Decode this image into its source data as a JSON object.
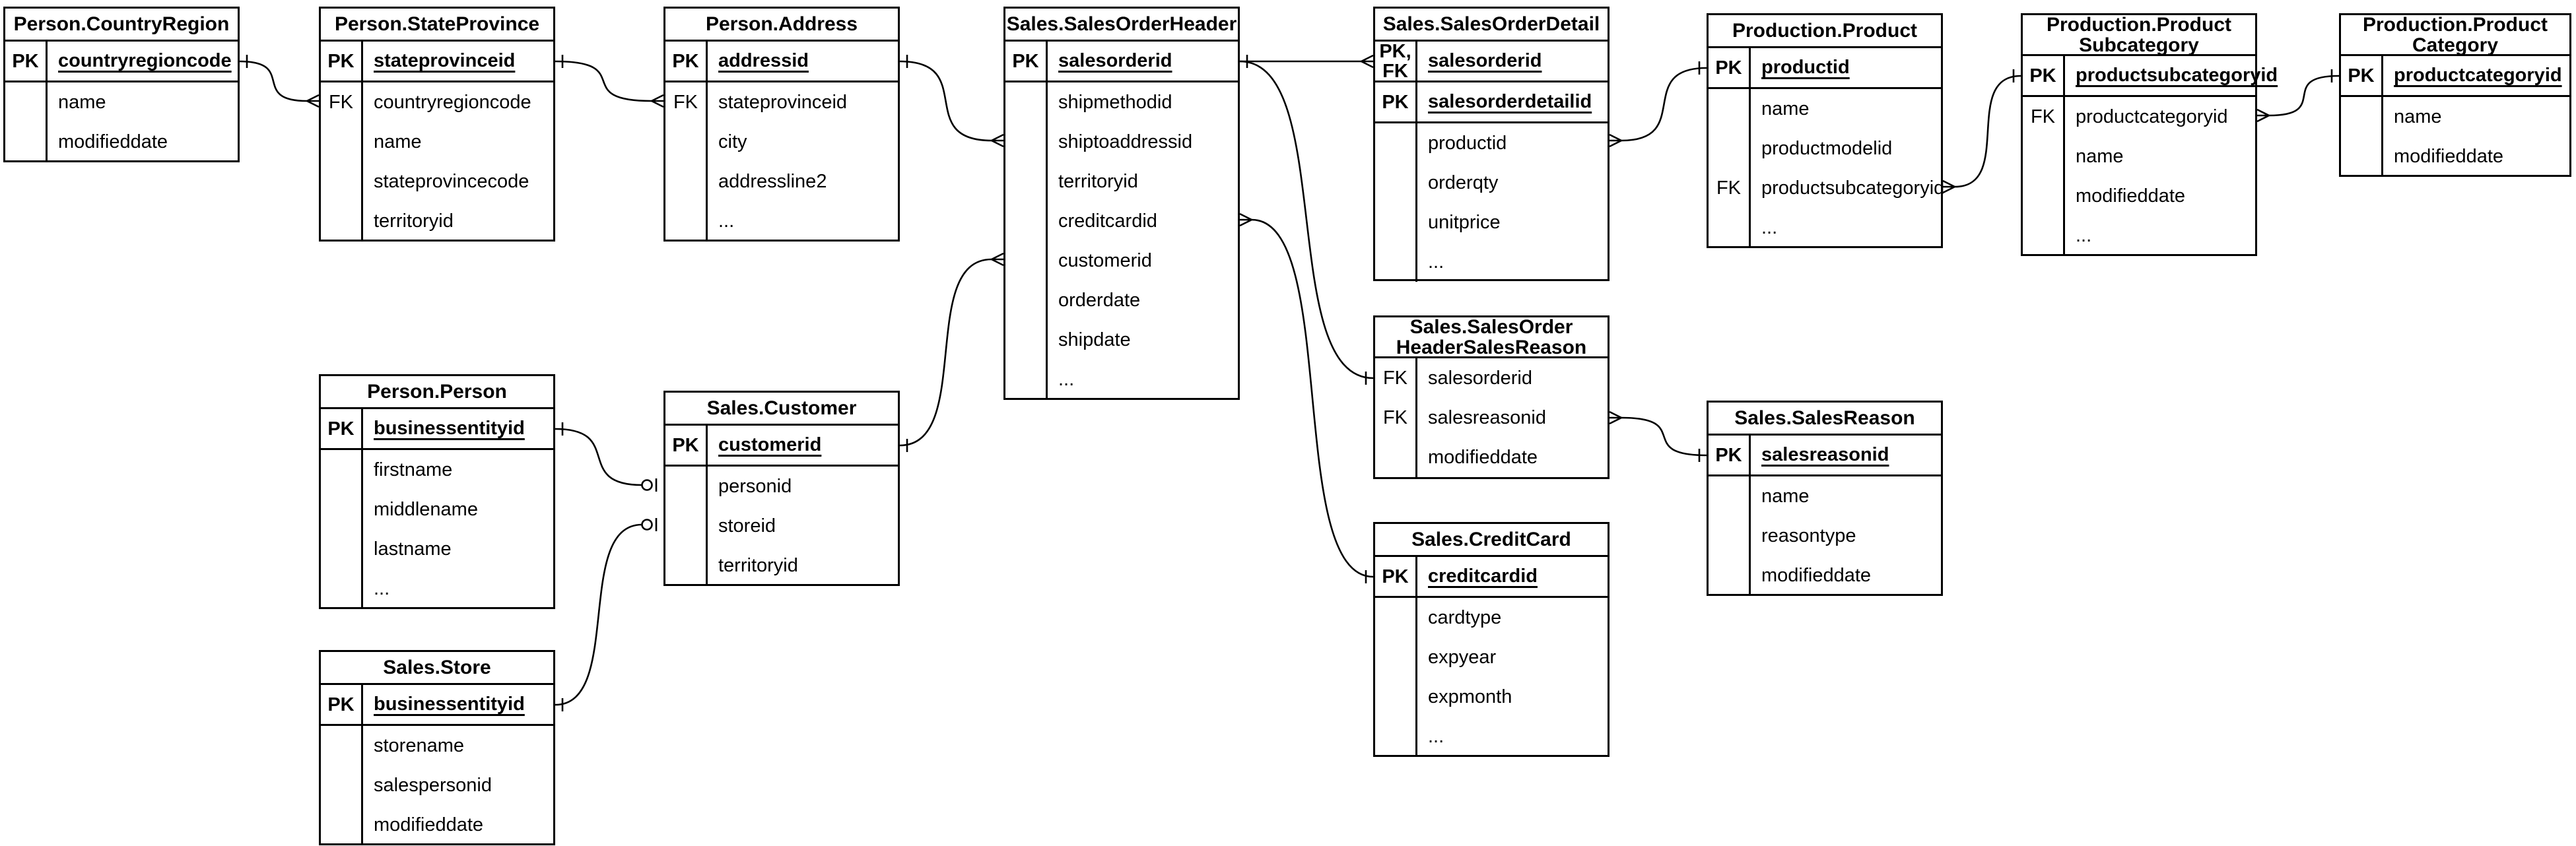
{
  "diagram": {
    "background_color": "#ffffff",
    "line_color": "#000000",
    "tables": [
      {
        "id": "person_countryregion",
        "title_lines": [
          "Person.CountryRegion"
        ],
        "key_rows": [
          {
            "key_lines": [
              "PK"
            ],
            "field": "countryregioncode"
          }
        ],
        "fields": [
          {
            "key": "",
            "name": "name"
          },
          {
            "key": "",
            "name": "modifieddate"
          }
        ]
      },
      {
        "id": "person_stateprovince",
        "title_lines": [
          "Person.StateProvince"
        ],
        "key_rows": [
          {
            "key_lines": [
              "PK"
            ],
            "field": "stateprovinceid"
          }
        ],
        "fields": [
          {
            "key": "FK",
            "name": "countryregioncode"
          },
          {
            "key": "",
            "name": "name"
          },
          {
            "key": "",
            "name": "stateprovincecode"
          },
          {
            "key": "",
            "name": "territoryid"
          }
        ]
      },
      {
        "id": "person_address",
        "title_lines": [
          "Person.Address"
        ],
        "key_rows": [
          {
            "key_lines": [
              "PK"
            ],
            "field": "addressid"
          }
        ],
        "fields": [
          {
            "key": "FK",
            "name": "stateprovinceid"
          },
          {
            "key": "",
            "name": "city"
          },
          {
            "key": "",
            "name": "addressline2"
          },
          {
            "key": "",
            "name": "..."
          }
        ]
      },
      {
        "id": "sales_salesorderheader",
        "title_lines": [
          "Sales.SalesOrderHeader"
        ],
        "key_rows": [
          {
            "key_lines": [
              "PK"
            ],
            "field": "salesorderid"
          }
        ],
        "fields": [
          {
            "key": "",
            "name": "shipmethodid"
          },
          {
            "key": "",
            "name": "shiptoaddressid"
          },
          {
            "key": "",
            "name": "territoryid"
          },
          {
            "key": "",
            "name": "creditcardid"
          },
          {
            "key": "",
            "name": "customerid"
          },
          {
            "key": "",
            "name": "orderdate"
          },
          {
            "key": "",
            "name": "shipdate"
          },
          {
            "key": "",
            "name": "..."
          }
        ]
      },
      {
        "id": "sales_salesorderdetail",
        "title_lines": [
          "Sales.SalesOrderDetail"
        ],
        "key_rows": [
          {
            "key_lines": [
              "PK,",
              "FK"
            ],
            "field": "salesorderid"
          },
          {
            "key_lines": [
              "PK"
            ],
            "field": "salesorderdetailid"
          }
        ],
        "fields": [
          {
            "key": "",
            "name": "productid"
          },
          {
            "key": "",
            "name": "orderqty"
          },
          {
            "key": "",
            "name": "unitprice"
          },
          {
            "key": "",
            "name": "..."
          }
        ]
      },
      {
        "id": "production_product",
        "title_lines": [
          "Production.Product"
        ],
        "key_rows": [
          {
            "key_lines": [
              "PK"
            ],
            "field": "productid"
          }
        ],
        "fields": [
          {
            "key": "",
            "name": "name"
          },
          {
            "key": "",
            "name": "productmodelid"
          },
          {
            "key": "FK",
            "name": "productsubcategoryid"
          },
          {
            "key": "",
            "name": "..."
          }
        ]
      },
      {
        "id": "production_productsubcategory",
        "title_lines": [
          "Production.Product",
          "Subcategory"
        ],
        "key_rows": [
          {
            "key_lines": [
              "PK"
            ],
            "field": "productsubcategoryid"
          }
        ],
        "fields": [
          {
            "key": "FK",
            "name": "productcategoryid"
          },
          {
            "key": "",
            "name": "name"
          },
          {
            "key": "",
            "name": "modifieddate"
          },
          {
            "key": "",
            "name": "..."
          }
        ]
      },
      {
        "id": "production_productcategory",
        "title_lines": [
          "Production.Product",
          "Category"
        ],
        "key_rows": [
          {
            "key_lines": [
              "PK"
            ],
            "field": "productcategoryid"
          }
        ],
        "fields": [
          {
            "key": "",
            "name": "name"
          },
          {
            "key": "",
            "name": "modifieddate"
          }
        ]
      },
      {
        "id": "person_person",
        "title_lines": [
          "Person.Person"
        ],
        "key_rows": [
          {
            "key_lines": [
              "PK"
            ],
            "field": "businessentityid"
          }
        ],
        "fields": [
          {
            "key": "",
            "name": "firstname"
          },
          {
            "key": "",
            "name": "middlename"
          },
          {
            "key": "",
            "name": "lastname"
          },
          {
            "key": "",
            "name": "..."
          }
        ]
      },
      {
        "id": "sales_customer",
        "title_lines": [
          "Sales.Customer"
        ],
        "key_rows": [
          {
            "key_lines": [
              "PK"
            ],
            "field": "customerid"
          }
        ],
        "fields": [
          {
            "key": "",
            "name": "personid"
          },
          {
            "key": "",
            "name": "storeid"
          },
          {
            "key": "",
            "name": "territoryid"
          }
        ]
      },
      {
        "id": "sales_store",
        "title_lines": [
          "Sales.Store"
        ],
        "key_rows": [
          {
            "key_lines": [
              "PK"
            ],
            "field": "businessentityid"
          }
        ],
        "fields": [
          {
            "key": "",
            "name": "storename"
          },
          {
            "key": "",
            "name": "salespersonid"
          },
          {
            "key": "",
            "name": "modifieddate"
          }
        ]
      },
      {
        "id": "sales_salesorderheadersalesreason",
        "title_lines": [
          "Sales.SalesOrder",
          "HeaderSalesReason"
        ],
        "key_rows": [],
        "fields": [
          {
            "key": "FK",
            "name": "salesorderid"
          },
          {
            "key": "FK",
            "name": "salesreasonid"
          },
          {
            "key": "",
            "name": "modifieddate"
          }
        ]
      },
      {
        "id": "sales_salesreason",
        "title_lines": [
          "Sales.SalesReason"
        ],
        "key_rows": [
          {
            "key_lines": [
              "PK"
            ],
            "field": "salesreasonid"
          }
        ],
        "fields": [
          {
            "key": "",
            "name": "name"
          },
          {
            "key": "",
            "name": "reasontype"
          },
          {
            "key": "",
            "name": "modifieddate"
          }
        ]
      },
      {
        "id": "sales_creditcard",
        "title_lines": [
          "Sales.CreditCard"
        ],
        "key_rows": [
          {
            "key_lines": [
              "PK"
            ],
            "field": "creditcardid"
          }
        ],
        "fields": [
          {
            "key": "",
            "name": "cardtype"
          },
          {
            "key": "",
            "name": "expyear"
          },
          {
            "key": "",
            "name": "expmonth"
          },
          {
            "key": "",
            "name": "..."
          }
        ]
      }
    ],
    "connections": [
      {
        "from_table": "person_countryregion",
        "from_field": "countryregioncode",
        "from_marker": "one",
        "to_table": "person_stateprovince",
        "to_field": "countryregioncode",
        "to_marker": "many"
      },
      {
        "from_table": "person_stateprovince",
        "from_field": "stateprovinceid",
        "from_marker": "one",
        "to_table": "person_address",
        "to_field": "stateprovinceid",
        "to_marker": "many"
      },
      {
        "from_table": "person_address",
        "from_field": "addressid",
        "from_marker": "one",
        "to_table": "sales_salesorderheader",
        "to_field": "shiptoaddressid",
        "to_marker": "many"
      },
      {
        "from_table": "sales_customer",
        "from_field": "customerid",
        "from_marker": "one",
        "to_table": "sales_salesorderheader",
        "to_field": "customerid",
        "to_marker": "many"
      },
      {
        "from_table": "sales_salesorderheader",
        "from_field": "salesorderid",
        "from_marker": "one",
        "to_table": "sales_salesorderdetail",
        "to_field": "salesorderid",
        "to_marker": "many"
      },
      {
        "from_table": "sales_salesorderheader",
        "from_field": "salesorderid",
        "from_marker": "none",
        "to_table": "sales_salesorderheadersalesreason",
        "to_field": "salesorderid",
        "to_marker": "one"
      },
      {
        "from_table": "sales_salesorderheader",
        "from_field": "creditcardid",
        "from_marker": "many",
        "to_table": "sales_creditcard",
        "to_field": "creditcardid",
        "to_marker": "one"
      },
      {
        "from_table": "sales_salesorderdetail",
        "from_field": "productid",
        "from_marker": "many",
        "to_table": "production_product",
        "to_field": "productid",
        "to_marker": "one"
      },
      {
        "from_table": "production_product",
        "from_field": "productsubcategoryid",
        "from_marker": "many",
        "to_table": "production_productsubcategory",
        "to_field": "productsubcategoryid",
        "to_marker": "one"
      },
      {
        "from_table": "production_productsubcategory",
        "from_field": "productcategoryid",
        "from_marker": "many",
        "to_table": "production_productcategory",
        "to_field": "productcategoryid",
        "to_marker": "one"
      },
      {
        "from_table": "sales_salesorderheadersalesreason",
        "from_field": "salesreasonid",
        "from_marker": "many",
        "to_table": "sales_salesreason",
        "to_field": "salesreasonid",
        "to_marker": "one"
      },
      {
        "from_table": "person_person",
        "from_field": "businessentityid",
        "from_marker": "one",
        "to_table": "sales_customer",
        "to_field": "personid",
        "to_marker": "zero-or-one"
      },
      {
        "from_table": "sales_store",
        "from_field": "businessentityid",
        "from_marker": "one",
        "to_table": "sales_customer",
        "to_field": "storeid",
        "to_marker": "zero-or-one"
      }
    ]
  }
}
